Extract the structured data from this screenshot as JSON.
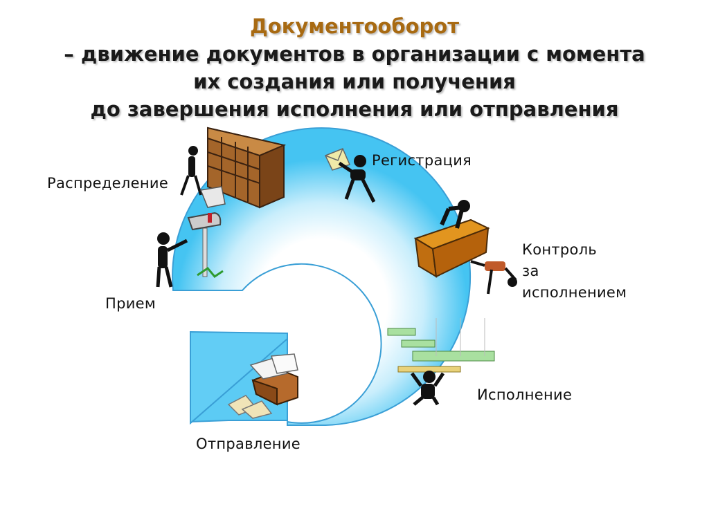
{
  "title": {
    "term": "Документооборот",
    "line1": "– движение документов в организации с момента",
    "line2": "их создания или получения",
    "line3": "до завершения исполнения или отправления"
  },
  "stages": {
    "registration": "Регистрация",
    "control_1": "Контроль",
    "control_2": "за",
    "control_3": "исполнением",
    "execution": "Исполнение",
    "sending": "Отправление",
    "receiving": "Прием",
    "distribution": "Распределение"
  },
  "colors": {
    "title_accent": "#a86a12",
    "arrow_fill_light": "#e6f7ff",
    "arrow_fill_dark": "#35bdf0",
    "arrow_stroke": "#3a9fd6"
  },
  "icons": [
    "bookcase-icon",
    "mailbox-icon",
    "envelope-icon",
    "desk-icon",
    "worker-figure-icon",
    "box-icon",
    "letters-icon"
  ]
}
